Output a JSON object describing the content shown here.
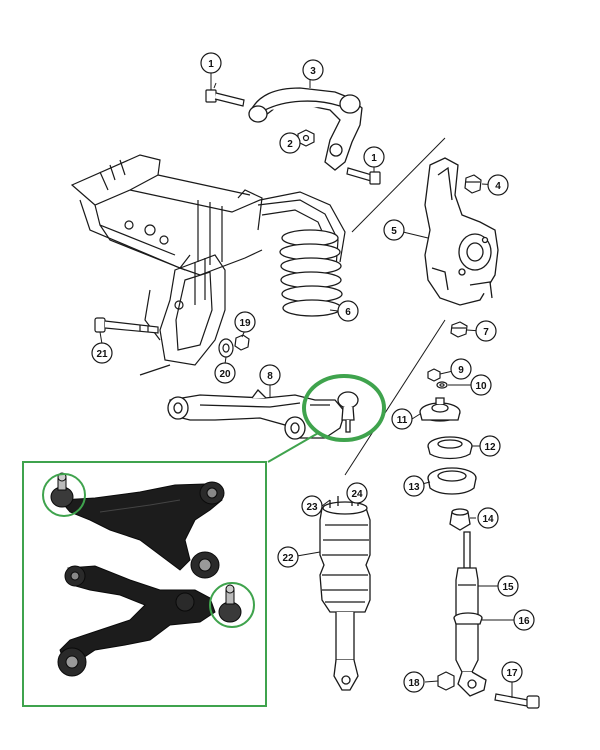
{
  "callouts": [
    {
      "id": "callout-1-top",
      "label": "1"
    },
    {
      "id": "callout-1-mid",
      "label": "1"
    },
    {
      "id": "callout-2",
      "label": "2"
    },
    {
      "id": "callout-3",
      "label": "3"
    },
    {
      "id": "callout-4",
      "label": "4"
    },
    {
      "id": "callout-5",
      "label": "5"
    },
    {
      "id": "callout-6",
      "label": "6"
    },
    {
      "id": "callout-7",
      "label": "7"
    },
    {
      "id": "callout-8",
      "label": "8"
    },
    {
      "id": "callout-9",
      "label": "9"
    },
    {
      "id": "callout-10",
      "label": "10"
    },
    {
      "id": "callout-11",
      "label": "11"
    },
    {
      "id": "callout-12",
      "label": "12"
    },
    {
      "id": "callout-13",
      "label": "13"
    },
    {
      "id": "callout-14",
      "label": "14"
    },
    {
      "id": "callout-15",
      "label": "15"
    },
    {
      "id": "callout-16",
      "label": "16"
    },
    {
      "id": "callout-17",
      "label": "17"
    },
    {
      "id": "callout-18",
      "label": "18"
    },
    {
      "id": "callout-19",
      "label": "19"
    },
    {
      "id": "callout-20",
      "label": "20"
    },
    {
      "id": "callout-21",
      "label": "21"
    },
    {
      "id": "callout-22",
      "label": "22"
    },
    {
      "id": "callout-23",
      "label": "23"
    },
    {
      "id": "callout-24",
      "label": "24"
    }
  ],
  "colors": {
    "highlight": "#3fa34d",
    "ink": "#1a1a1a",
    "photo_part": "#1c1c1c"
  }
}
